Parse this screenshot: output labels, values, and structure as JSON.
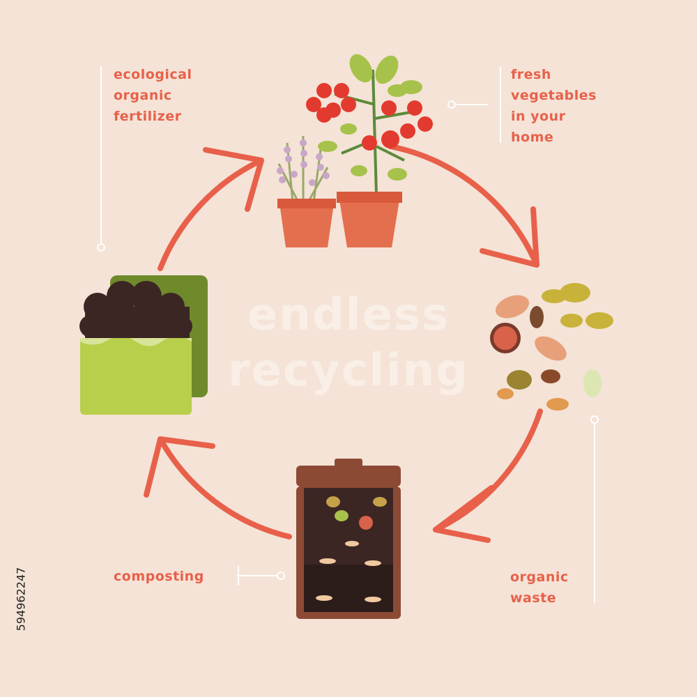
{
  "title": {
    "line1": "endless",
    "line2": "recycling"
  },
  "stages": [
    {
      "id": "fertilizer",
      "label": "ecological\norganic\nfertilizer"
    },
    {
      "id": "vegetables",
      "label": "fresh\nvegetables\nin your\nhome"
    },
    {
      "id": "waste",
      "label": "organic\nwaste"
    },
    {
      "id": "composting",
      "label": "composting"
    }
  ],
  "stock_id": "594962247",
  "colors": {
    "background": "#f4e3d6",
    "accent": "#e8604a",
    "soil": "#3b2624",
    "bag": "#9aad3c",
    "pot": "#e46f4e"
  }
}
